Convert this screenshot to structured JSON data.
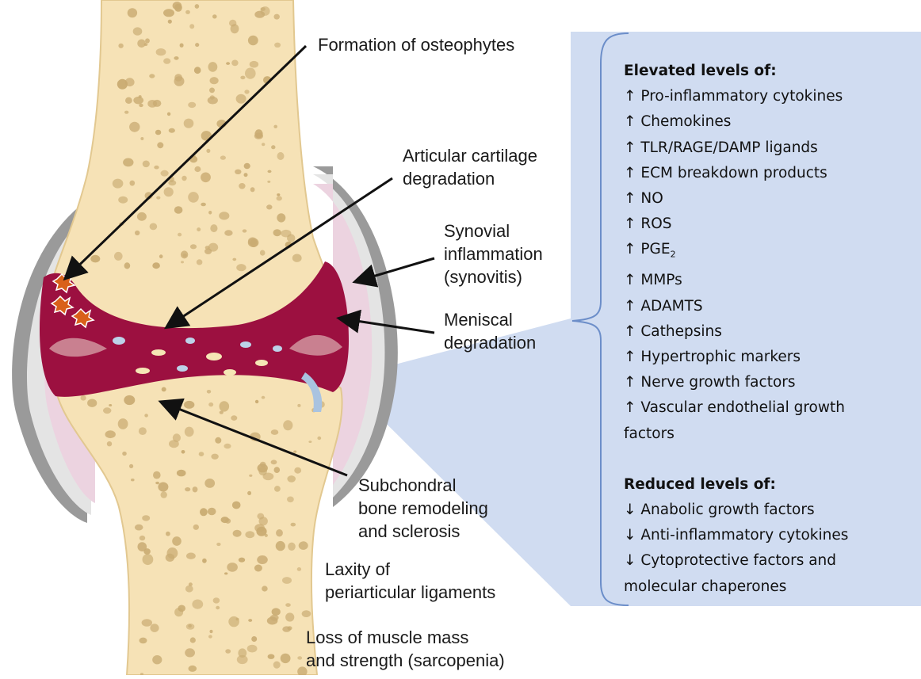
{
  "labels": {
    "osteophytes": "Formation of osteophytes",
    "cartilage": [
      "Articular cartilage",
      "degradation"
    ],
    "synovitis": [
      "Synovial",
      "inflammation",
      "(synovitis)"
    ],
    "meniscal": [
      "Meniscal",
      "degradation"
    ],
    "subchondral": [
      "Subchondral",
      "bone remodeling",
      "and sclerosis"
    ],
    "laxity": [
      "Laxity of",
      "periarticular ligaments"
    ],
    "sarcopenia": [
      "Loss of muscle mass",
      "and strength (sarcopenia)"
    ]
  },
  "panel": {
    "elevated_heading": "Elevated levels of:",
    "elevated_items": [
      "↑ Pro-inflammatory cytokines",
      "↑ Chemokines",
      "↑ TLR/RAGE/DAMP ligands",
      "↑ ECM breakdown products",
      "↑ NO",
      "↑ ROS",
      "↑ PGE",
      "↑ MMPs",
      "↑ ADAMTS",
      "↑ Cathepsins",
      "↑ Hypertrophic markers",
      "↑ Nerve growth factors",
      "↑ Vascular endothelial growth",
      "factors"
    ],
    "pge_subscript": "2",
    "reduced_heading": "Reduced levels of:",
    "reduced_items": [
      "↓ Anabolic growth factors",
      "↓ Anti-inflammatory cytokines",
      "↓ Cytoprotective factors and",
      "molecular chaperones"
    ]
  },
  "colors": {
    "bone": "#f6e2b6",
    "bone_pores": "#c9ab72",
    "synovium": "#9c1040",
    "capsule": "#a9a9a9",
    "synovial_cavity": "#ecd3e0",
    "panel_fill": "#d0dcf1",
    "bracket": "#6c8ec9"
  }
}
